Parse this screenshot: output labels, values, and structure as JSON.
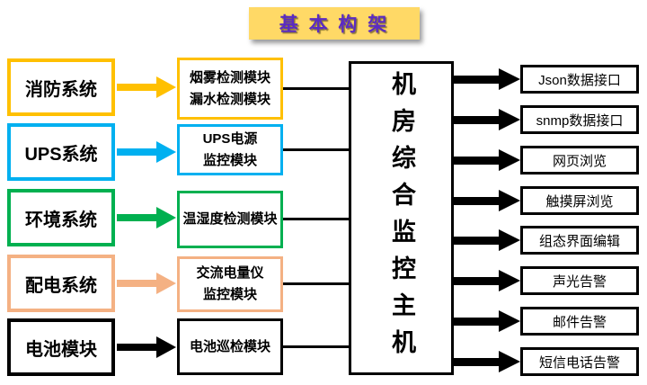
{
  "title": {
    "text": "基 本 构 架",
    "bg": "#FFD966",
    "color": "#5B2BC2"
  },
  "systems": [
    {
      "label": "消防系统",
      "color": "#FFC000"
    },
    {
      "label": "UPS系统",
      "color": "#00B0F0"
    },
    {
      "label": "环境系统",
      "color": "#00B050"
    },
    {
      "label": "配电系统",
      "color": "#F4B183"
    },
    {
      "label": "电池模块",
      "color": "#000000"
    }
  ],
  "modules": [
    {
      "lines": [
        "烟雾检测模块",
        "漏水检测模块"
      ],
      "color": "#FFC000"
    },
    {
      "lines": [
        "UPS电源",
        "监控模块"
      ],
      "color": "#00B0F0"
    },
    {
      "lines": [
        "温湿度检测模块"
      ],
      "color": "#00B050"
    },
    {
      "lines": [
        "交流电量仪",
        "监控模块"
      ],
      "color": "#F4B183"
    },
    {
      "lines": [
        "电池巡检模块"
      ],
      "color": "#000000"
    }
  ],
  "host": {
    "label": "机房综合监控主机"
  },
  "outputs": [
    {
      "label": "Json数据接口"
    },
    {
      "label": "snmp数据接口"
    },
    {
      "label": "网页浏览"
    },
    {
      "label": "触摸屏浏览"
    },
    {
      "label": "组态界面编辑"
    },
    {
      "label": "声光告警"
    },
    {
      "label": "邮件告警"
    },
    {
      "label": "短信电话告警"
    }
  ],
  "colors": {
    "connector": "#000000"
  }
}
